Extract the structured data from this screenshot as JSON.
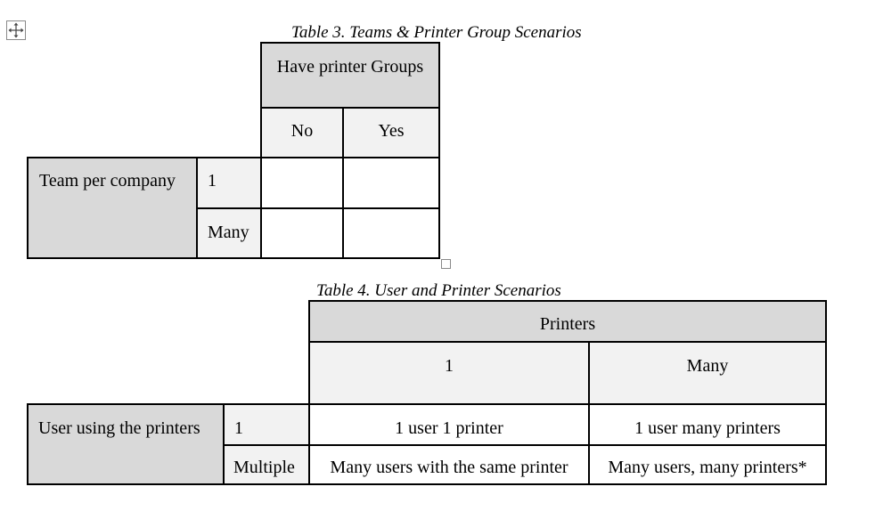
{
  "table3": {
    "caption": "Table 3. Teams & Printer Group Scenarios",
    "col_header": "Have printer Groups",
    "col_no": "No",
    "col_yes": "Yes",
    "row_header": "Team per company",
    "row_1": "1",
    "row_many": "Many"
  },
  "table4": {
    "caption": "Table 4. User and Printer Scenarios",
    "col_header": "Printers",
    "col_1": "1",
    "col_many": "Many",
    "row_header": "User using the printers",
    "row_1": "1",
    "row_multiple": "Multiple",
    "cells": {
      "r1_c1": "1 user 1 printer",
      "r1_cmany": "1 user many printers",
      "rmult_c1": "Many users with the same printer",
      "rmult_cmany": "Many users, many printers*"
    }
  },
  "icons": {
    "move": "move-handle-icon",
    "resize": "resize-handle-icon"
  },
  "colors": {
    "header_dark": "#d9d9d9",
    "header_light": "#f2f2f2",
    "border": "#000000"
  }
}
